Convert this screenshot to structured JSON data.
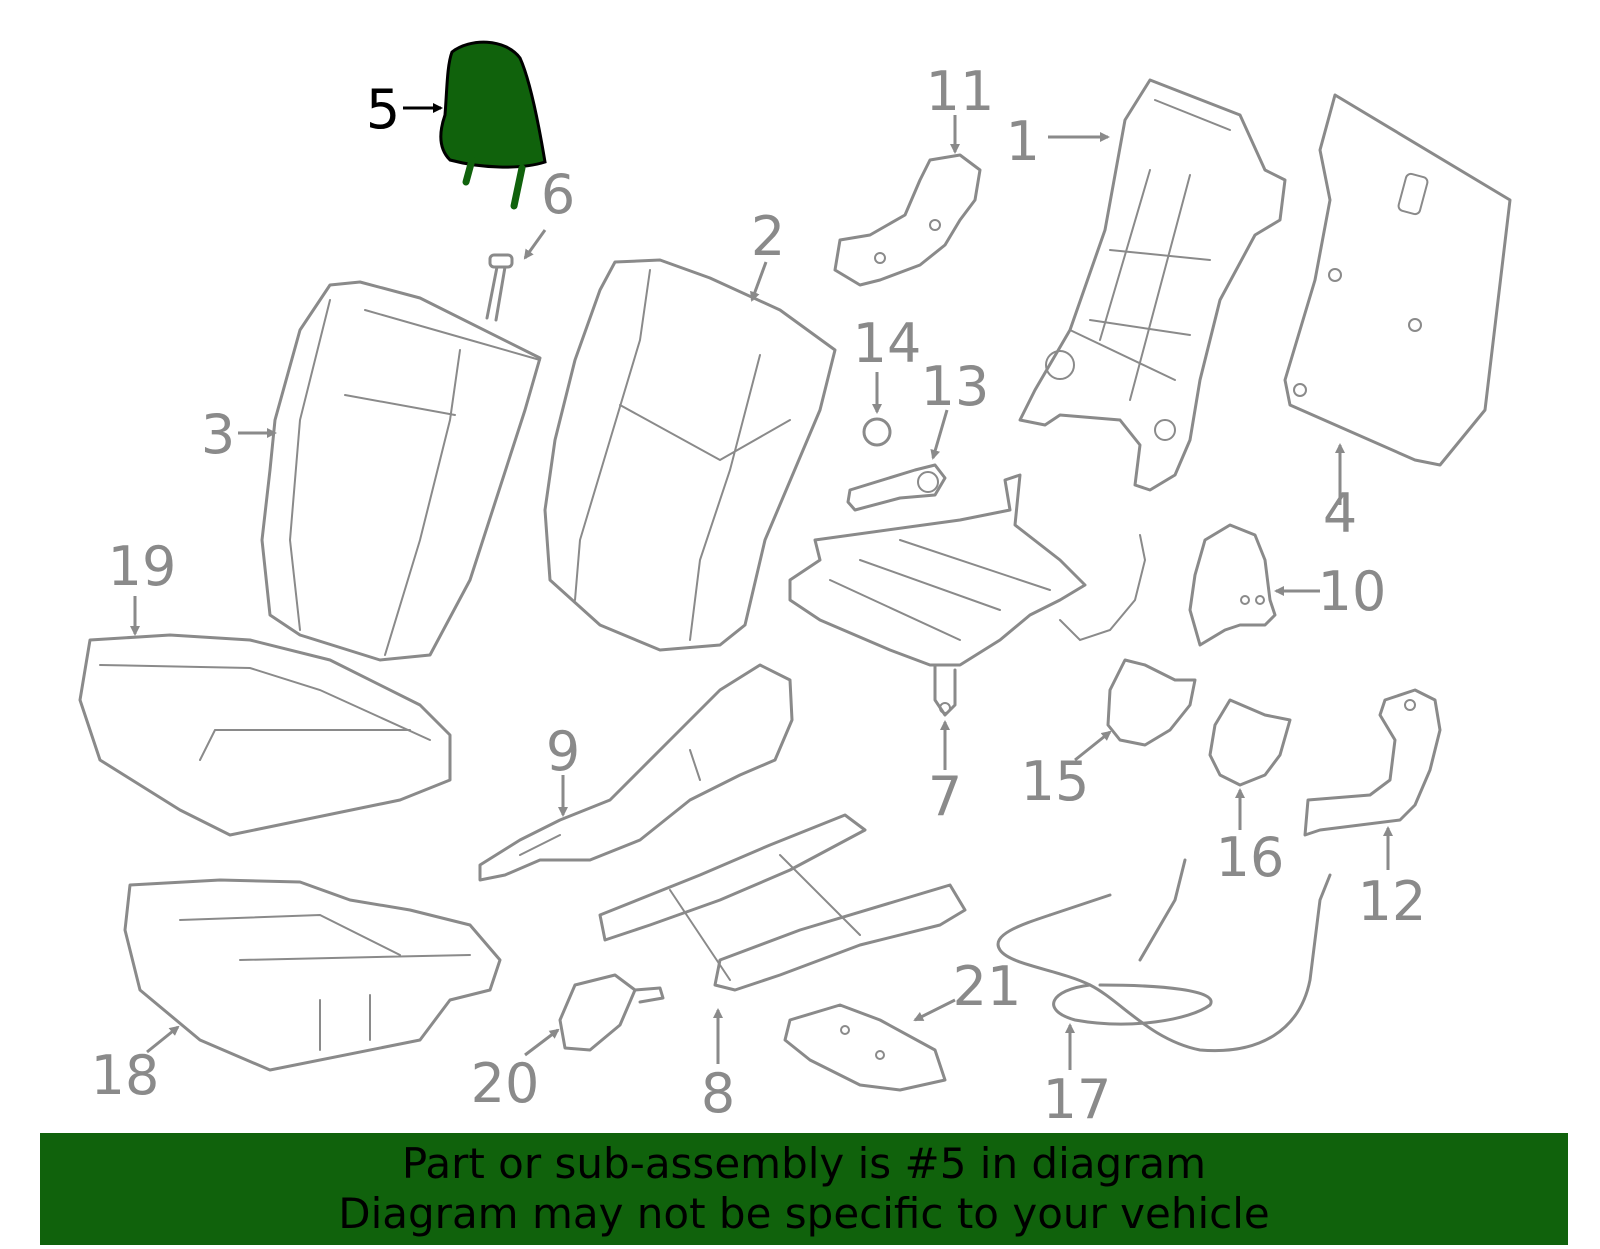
{
  "highlight_color": "#10620c",
  "label_color_default": "#8a8a8a",
  "label_color_highlight": "#000000",
  "highlighted_part": "5",
  "callouts": [
    {
      "id": "1",
      "text": "1"
    },
    {
      "id": "2",
      "text": "2"
    },
    {
      "id": "3",
      "text": "3"
    },
    {
      "id": "4",
      "text": "4"
    },
    {
      "id": "5",
      "text": "5"
    },
    {
      "id": "6",
      "text": "6"
    },
    {
      "id": "7",
      "text": "7"
    },
    {
      "id": "8",
      "text": "8"
    },
    {
      "id": "9",
      "text": "9"
    },
    {
      "id": "10",
      "text": "10"
    },
    {
      "id": "11",
      "text": "11"
    },
    {
      "id": "12",
      "text": "12"
    },
    {
      "id": "13",
      "text": "13"
    },
    {
      "id": "14",
      "text": "14"
    },
    {
      "id": "15",
      "text": "15"
    },
    {
      "id": "16",
      "text": "16"
    },
    {
      "id": "17",
      "text": "17"
    },
    {
      "id": "18",
      "text": "18"
    },
    {
      "id": "19",
      "text": "19"
    },
    {
      "id": "20",
      "text": "20"
    },
    {
      "id": "21",
      "text": "21"
    }
  ],
  "banner": {
    "line1": "Part or sub-assembly is #5 in diagram",
    "line2": "Diagram may not be specific to your vehicle"
  }
}
